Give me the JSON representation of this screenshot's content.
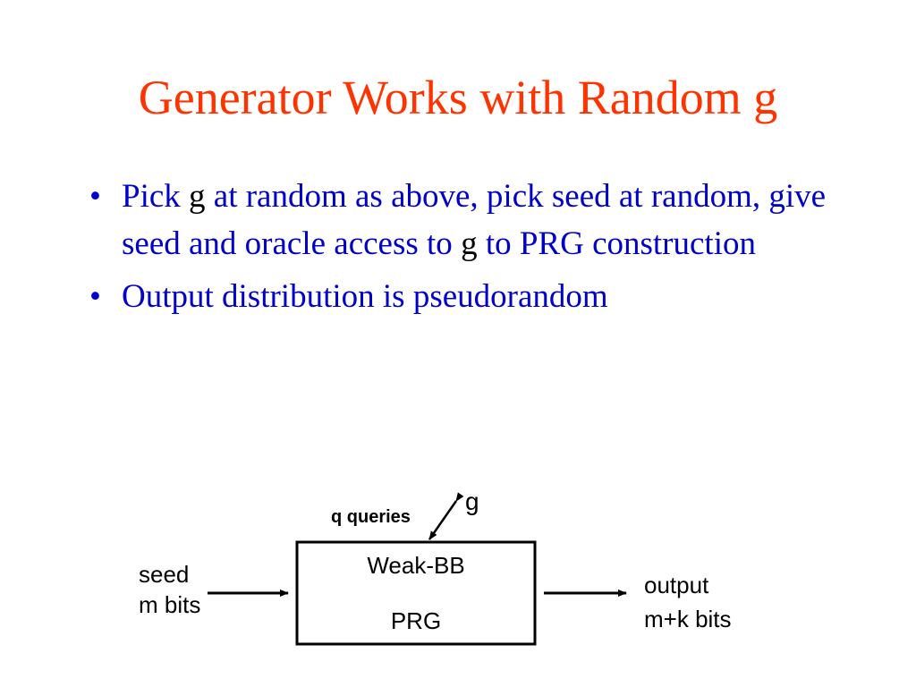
{
  "slide": {
    "title": "Generator Works with Random g"
  },
  "bullets": [
    {
      "part1": "Pick ",
      "g1": "g",
      "part2": " at random as above, pick seed at random, give seed and oracle access to ",
      "g2": "g",
      "part3": " to PRG construction"
    },
    {
      "text": "Output distribution is pseudorandom"
    }
  ],
  "bullet_glyph": "•",
  "diagram": {
    "g_label": "g",
    "queries_label": "q queries",
    "box_line1": "Weak-BB",
    "box_line2": "PRG",
    "input_line1": "seed",
    "input_line2": "m bits",
    "output_line1": "output",
    "output_line2": "m+k bits"
  },
  "colors": {
    "title": "#ff3300",
    "bullet_text": "#0000cc",
    "diagram": "#000000"
  }
}
